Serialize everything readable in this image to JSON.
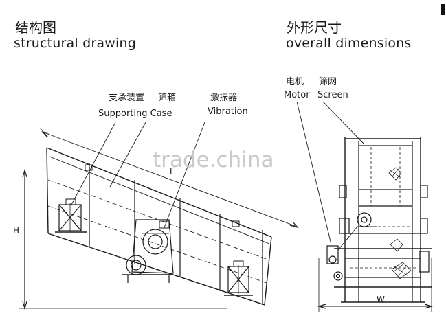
{
  "left_heading": {
    "cn": "结构图",
    "en": "structural drawing"
  },
  "right_heading": {
    "cn": "外形尺寸",
    "en": "overall dimensions"
  },
  "left_labels": {
    "support_cn": "支承装置",
    "screen_box_cn": "筛箱",
    "support_en": "Supporting Case",
    "vibration_cn": "激振器",
    "vibration_en": "Vibration",
    "dim_length": "L",
    "dim_height": "H"
  },
  "right_labels": {
    "motor_cn": "电机",
    "motor_en": "Motor",
    "screen_cn": "筛网",
    "screen_en": "Screen",
    "dim_width": "W"
  },
  "watermark": "trade.china"
}
